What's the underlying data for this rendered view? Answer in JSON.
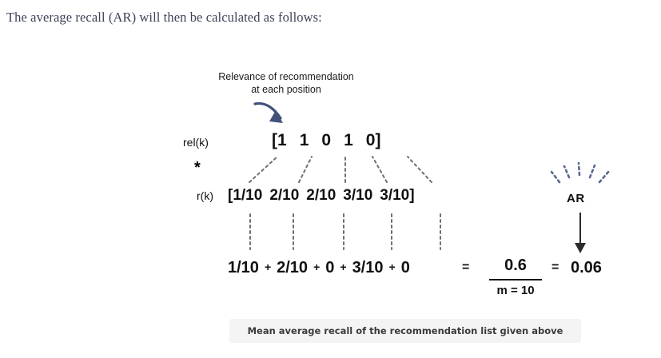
{
  "intro": {
    "text": "The average recall (AR) will then be calculated as follows:"
  },
  "figure": {
    "annotation_caption_line1": "Relevance of recommendation",
    "annotation_caption_line2": "at each position",
    "relevance_row": {
      "label": "rel(k)",
      "open_bracket": "[",
      "close_bracket": "]",
      "values": [
        "1",
        "1",
        "0",
        "1",
        "0"
      ]
    },
    "operator": "*",
    "recall_row": {
      "label": "r(k)",
      "open_bracket": "[",
      "close_bracket": "]",
      "values": [
        "1/10",
        "2/10",
        "2/10",
        "3/10",
        "3/10"
      ]
    },
    "sum_row": {
      "terms": [
        "1/10",
        "2/10",
        "0",
        "3/10",
        "0"
      ],
      "operator": "+"
    },
    "equals_1": "=",
    "equals_2": "=",
    "fraction": {
      "numerator": "0.6",
      "denominator": "m = 10"
    },
    "result": "0.06",
    "ar_label": "AR",
    "caption": "Mean average recall of the recommendation list given above",
    "colors": {
      "arrow_blue": "#42527a",
      "text_black": "#111111",
      "intro_text": "#3c4257",
      "caption_bg": "#f4f4f4",
      "caption_text": "#3b3b3b",
      "dotted_gray": "#7a7a7a"
    }
  }
}
